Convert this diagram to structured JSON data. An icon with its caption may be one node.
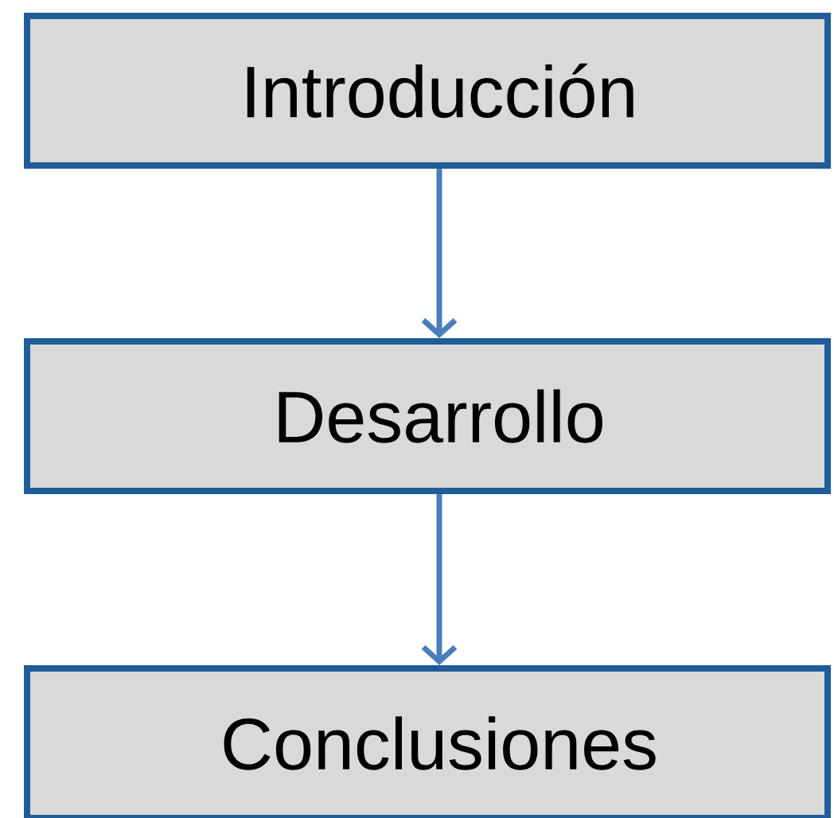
{
  "diagram": {
    "nodes": [
      {
        "text": [
          "Introducción"
        ]
      },
      {
        "text": [
          "Desarrollo"
        ]
      },
      {
        "text": [
          "Conclusiones"
        ]
      }
    ],
    "edges": [
      {
        "from": 0,
        "to": 1,
        "arrow": "to"
      },
      {
        "from": 1,
        "to": 2,
        "arrow": "to"
      }
    ]
  }
}
